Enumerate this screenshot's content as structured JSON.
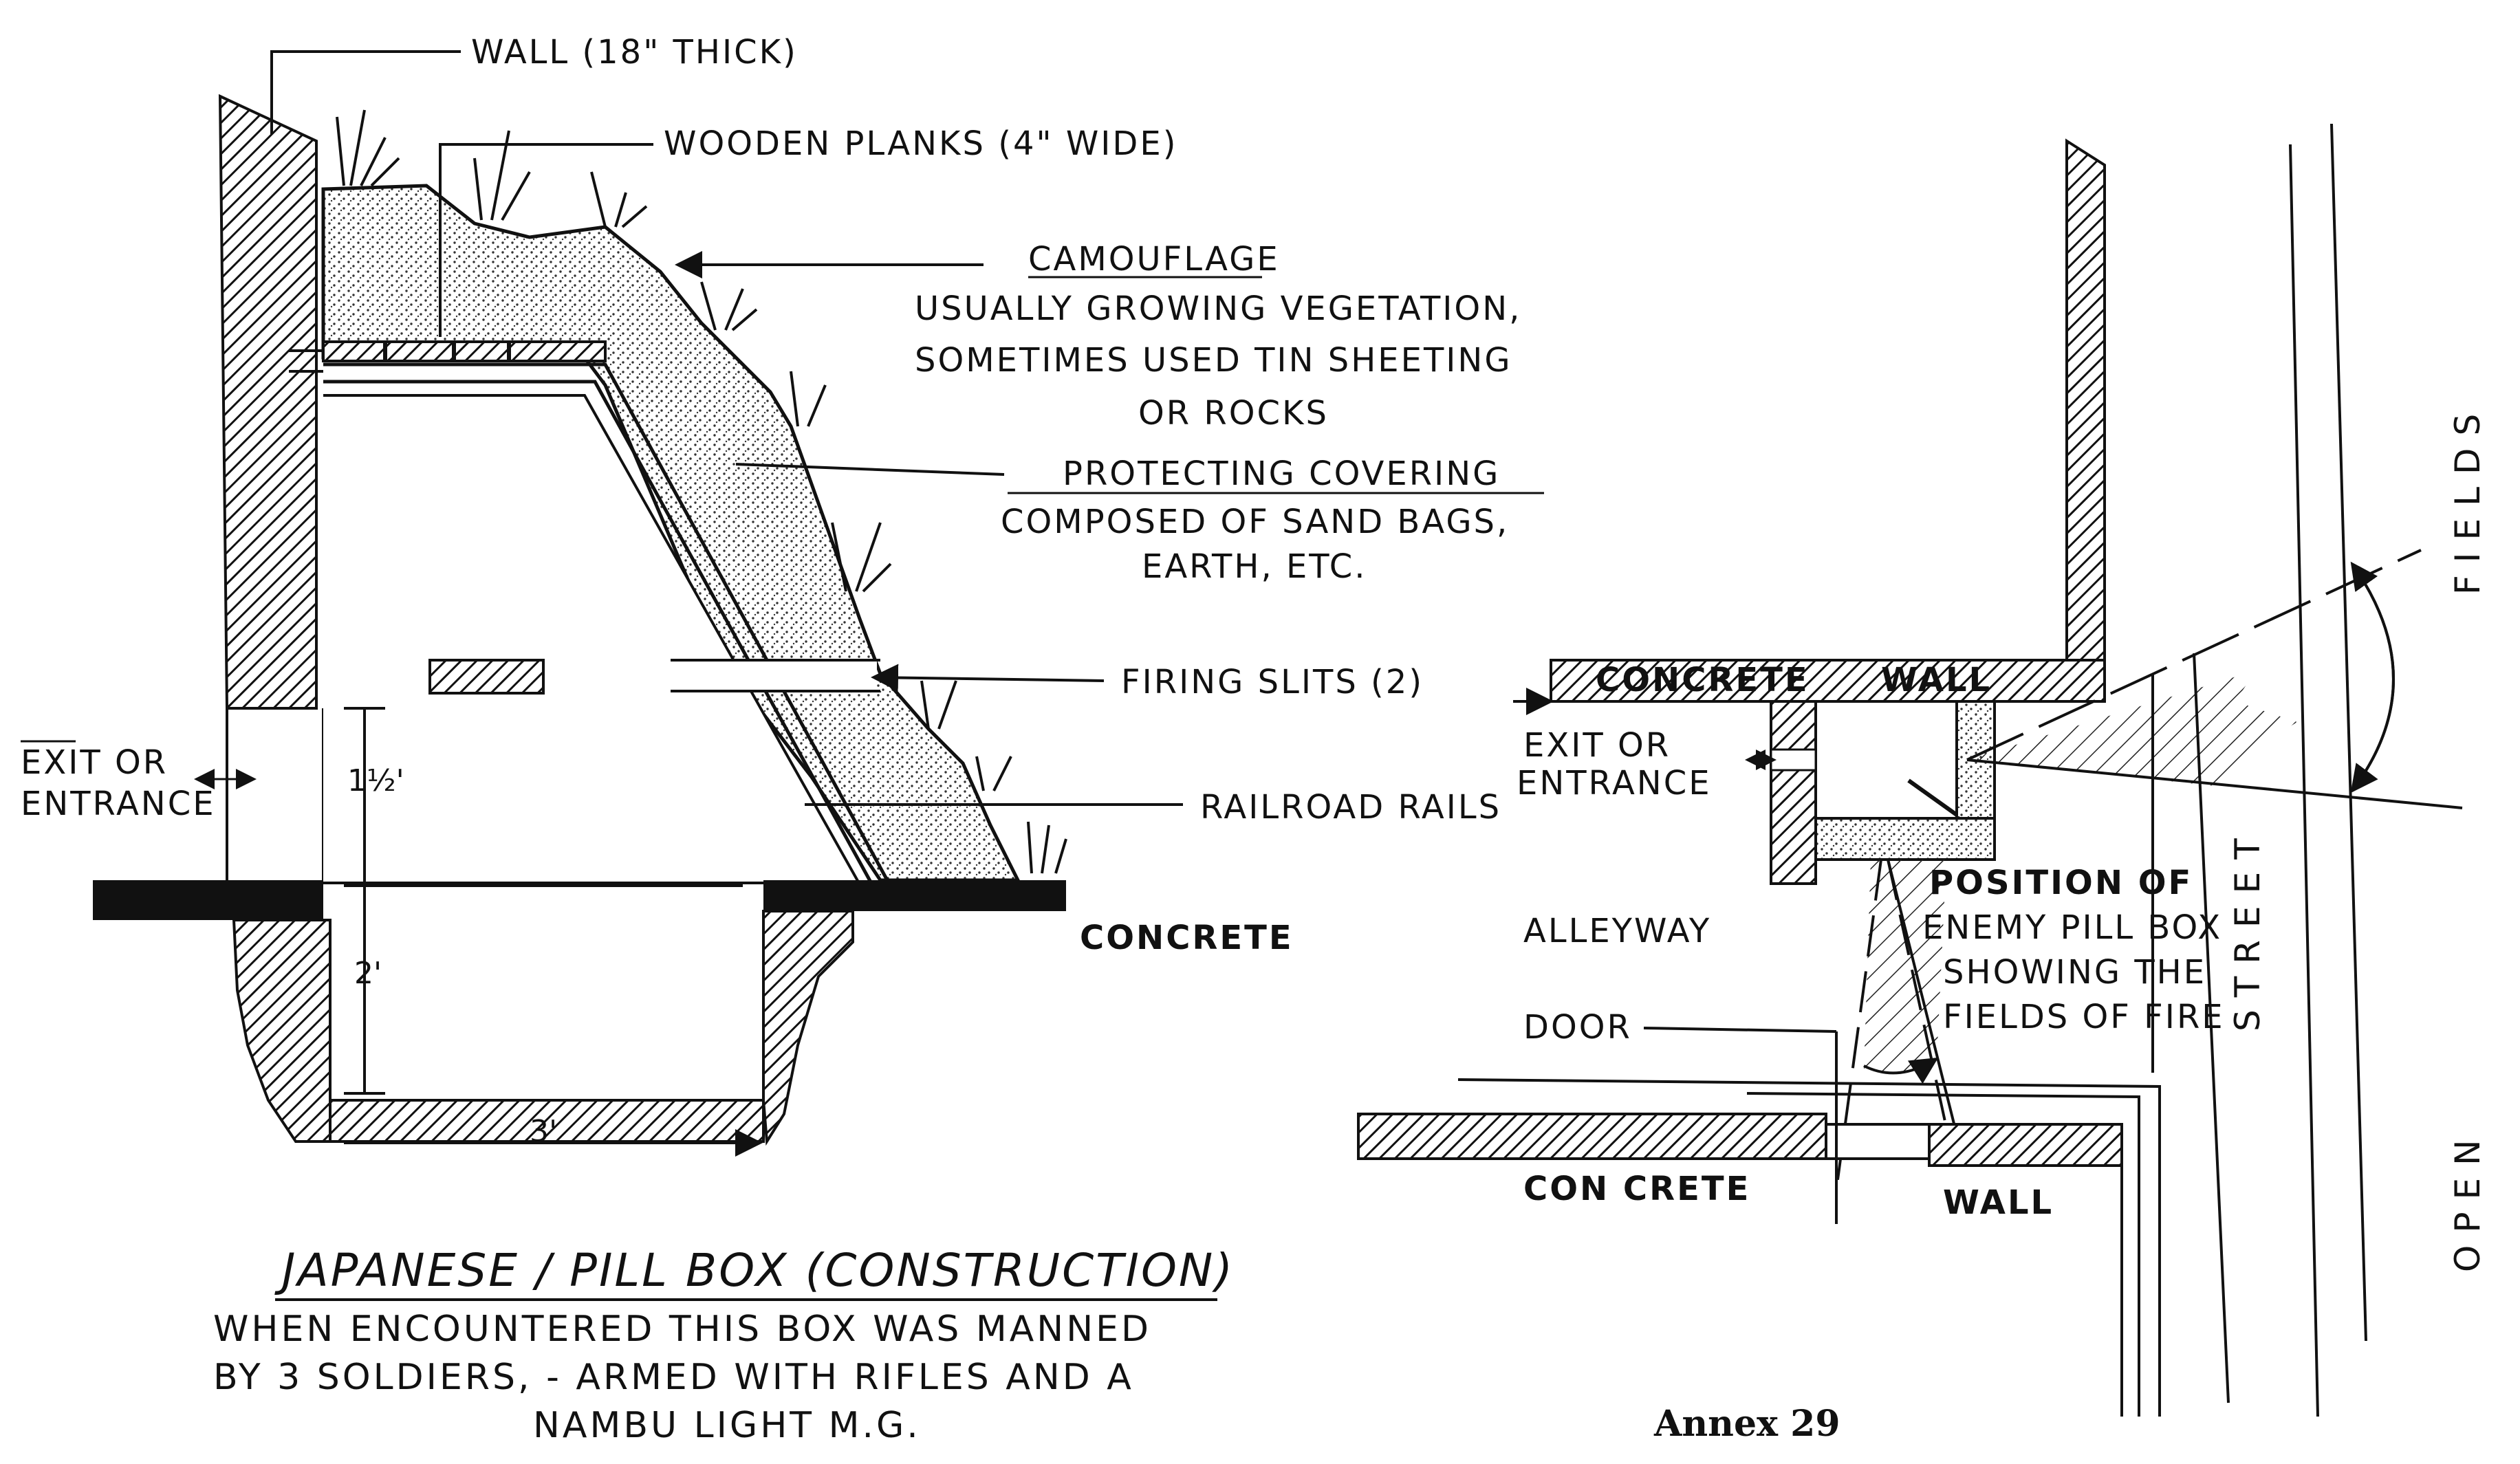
{
  "section_view": {
    "wall_label": "WALL (18\" THICK)",
    "planks_label": "WOODEN PLANKS (4\" WIDE)",
    "camouflage_heading": "CAMOUFLAGE",
    "camouflage_lines": [
      "USUALLY GROWING VEGETATION,",
      "SOMETIMES USED TIN SHEETING",
      "OR ROCKS"
    ],
    "covering_heading": "PROTECTING COVERING",
    "covering_lines": [
      "COMPOSED OF SAND BAGS,",
      "EARTH, ETC."
    ],
    "firing_slits_label": "FIRING SLITS (2)",
    "rails_label": "RAILROAD RAILS",
    "concrete_label": "CONCRETE",
    "exit_line1": "EXIT OR",
    "exit_line2": "ENTRANCE",
    "dim_upper": "1½'",
    "dim_lower": "2'",
    "dim_width": "3'",
    "title": "JAPANESE / PILL BOX (CONSTRUCTION)",
    "caption_lines": [
      "WHEN ENCOUNTERED THIS BOX WAS MANNED",
      "BY 3 SOLDIERS, - ARMED WITH RIFLES AND A",
      "NAMBU LIGHT M.G."
    ]
  },
  "plan_view": {
    "concrete_wall_label_1": "CONCRETE",
    "concrete_wall_label_2": "WALL",
    "exit_line1": "EXIT OR",
    "exit_line2": "ENTRANCE",
    "alleyway_label": "ALLEYWAY",
    "door_label": "DOOR",
    "position_lines": [
      "POSITION OF",
      "ENEMY PILL BOX",
      "SHOWING THE",
      "FIELDS OF FIRE"
    ],
    "concrete_bottom_label": "CON CRETE",
    "wall_bottom_label": "WALL",
    "street_label": "STREET",
    "fields_label": "FIELDS",
    "open_label": "OPEN",
    "annex_label": "Annex 29"
  }
}
